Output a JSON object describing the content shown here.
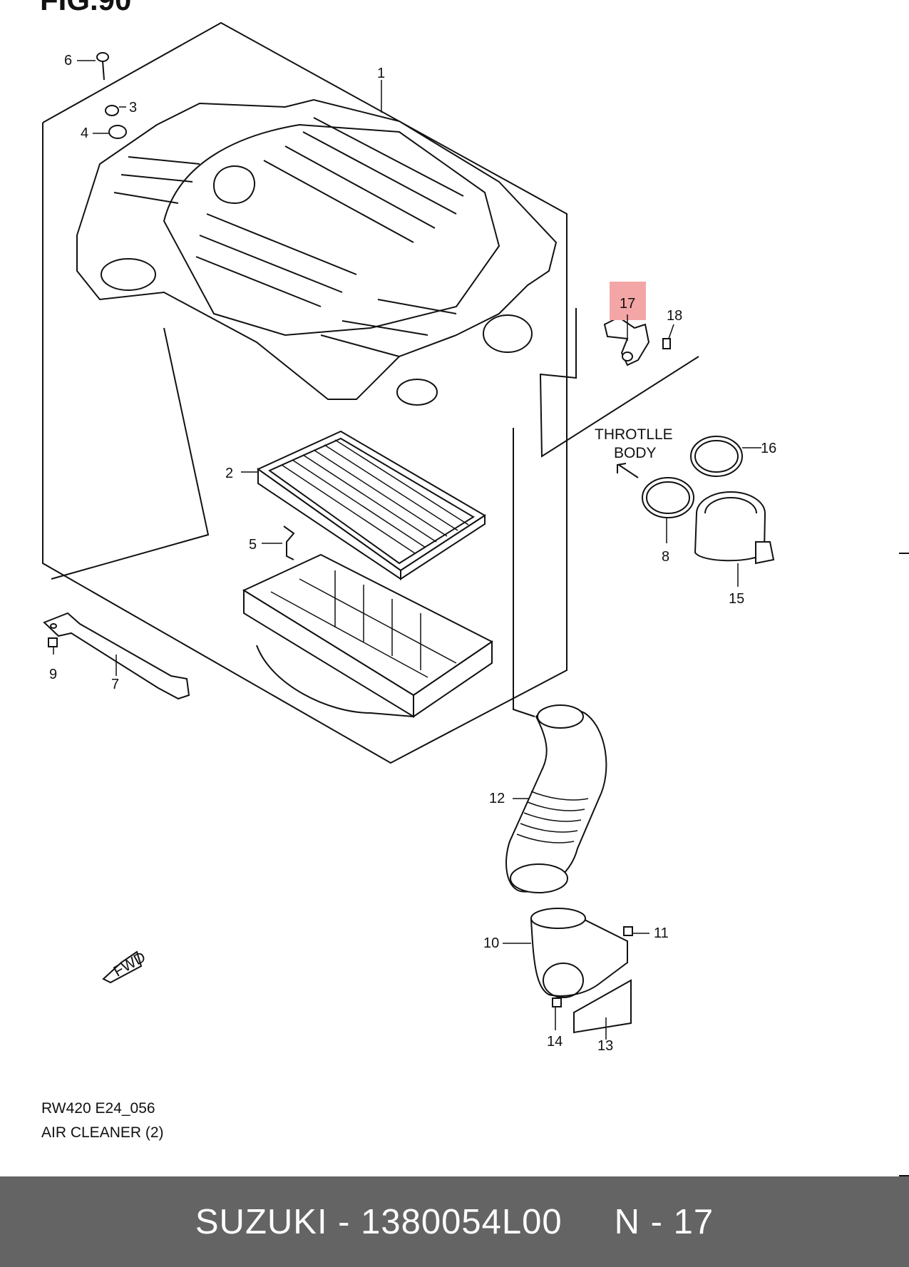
{
  "figure": {
    "fig_label": "FIG.90",
    "code": "RW420 E24_056",
    "caption": "AIR CLEANER (2)"
  },
  "callouts": [
    "1",
    "2",
    "3",
    "4",
    "5",
    "6",
    "7",
    "8",
    "9",
    "10",
    "11",
    "12",
    "13",
    "14",
    "15",
    "16",
    "17",
    "18"
  ],
  "annotations": {
    "throttle_line1": "THROTLLE",
    "throttle_line2": "BODY",
    "fwd": "FWD"
  },
  "highlight": {
    "part": "17",
    "color": "#f4a6a6"
  },
  "footer": {
    "brand": "SUZUKI",
    "part_number": "1380054L00",
    "position": "N - 17",
    "text": "SUZUKI - 1380054L00     N - 17",
    "bar_color": "#646464"
  }
}
